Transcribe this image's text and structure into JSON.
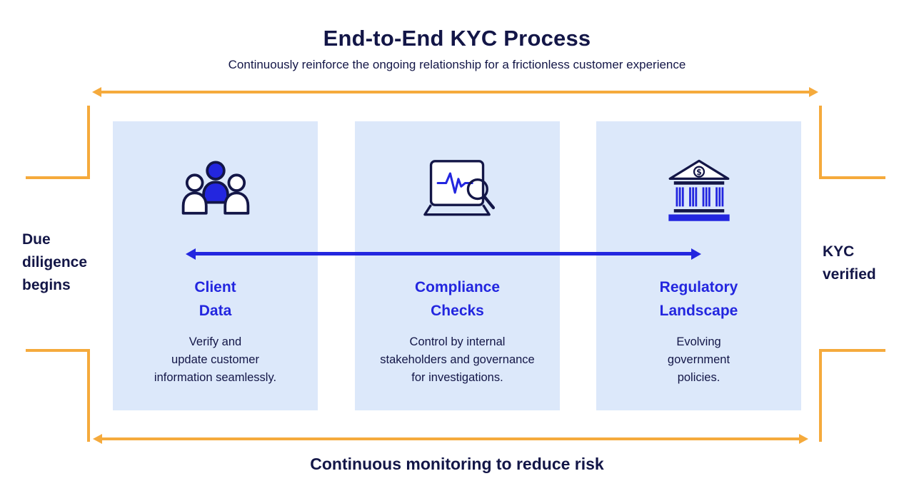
{
  "colors": {
    "navy": "#131647",
    "blue": "#2326DF",
    "orange": "#F5AA3C",
    "card_background": "#DCE8FA"
  },
  "header": {
    "title": "End-to-End KYC Process",
    "subtitle": "Continuously reinforce the ongoing relationship for a frictionless customer experience"
  },
  "labels": {
    "left": "Due\ndiligence\nbegins",
    "right": "KYC\nverified",
    "bottom": "Continuous monitoring to reduce risk"
  },
  "cards": [
    {
      "icon": "people-group-icon",
      "title": "Client\nData",
      "description": "Verify and\nupdate customer\ninformation seamlessly."
    },
    {
      "icon": "laptop-analysis-search-icon",
      "title": "Compliance\nChecks",
      "description": "Control by internal\nstakeholders and governance\nfor investigations."
    },
    {
      "icon": "bank-building-icon",
      "title": "Regulatory\nLandscape",
      "description": "Evolving\ngovernment\npolicies."
    }
  ]
}
